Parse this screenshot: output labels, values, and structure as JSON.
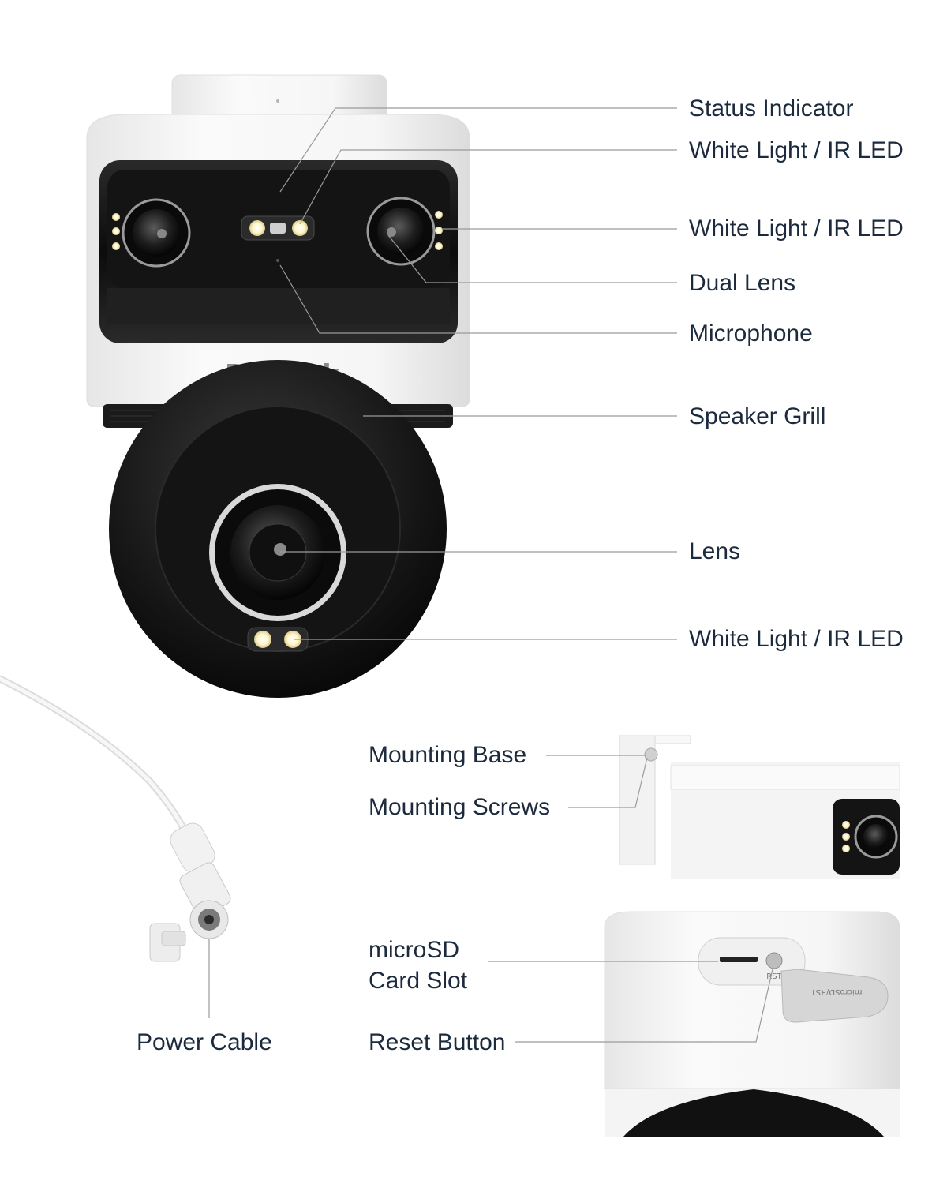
{
  "brand": {
    "logo_text": "Reolink",
    "cover_text": "microSD/RST",
    "port_text": "RST"
  },
  "labels": {
    "status_indicator": "Status Indicator",
    "white_light_top": "White Light / IR LED",
    "white_light_right": "White Light / IR LED",
    "dual_lens": "Dual Lens",
    "microphone": "Microphone",
    "speaker_grill": "Speaker Grill",
    "lens": "Lens",
    "white_light_bottom": "White Light / IR LED",
    "mounting_base": "Mounting Base",
    "mounting_screws": "Mounting Screws",
    "microsd_line1": "microSD",
    "microsd_line2": "Card Slot",
    "reset_button": "Reset Button",
    "power_cable": "Power Cable"
  },
  "colors": {
    "label_text": "#1c2a3d",
    "leader_line": "#9a9a9a",
    "camera_body": "#1a1a1a",
    "camera_shell": "#f4f4f4",
    "led": "#fff6cc"
  }
}
